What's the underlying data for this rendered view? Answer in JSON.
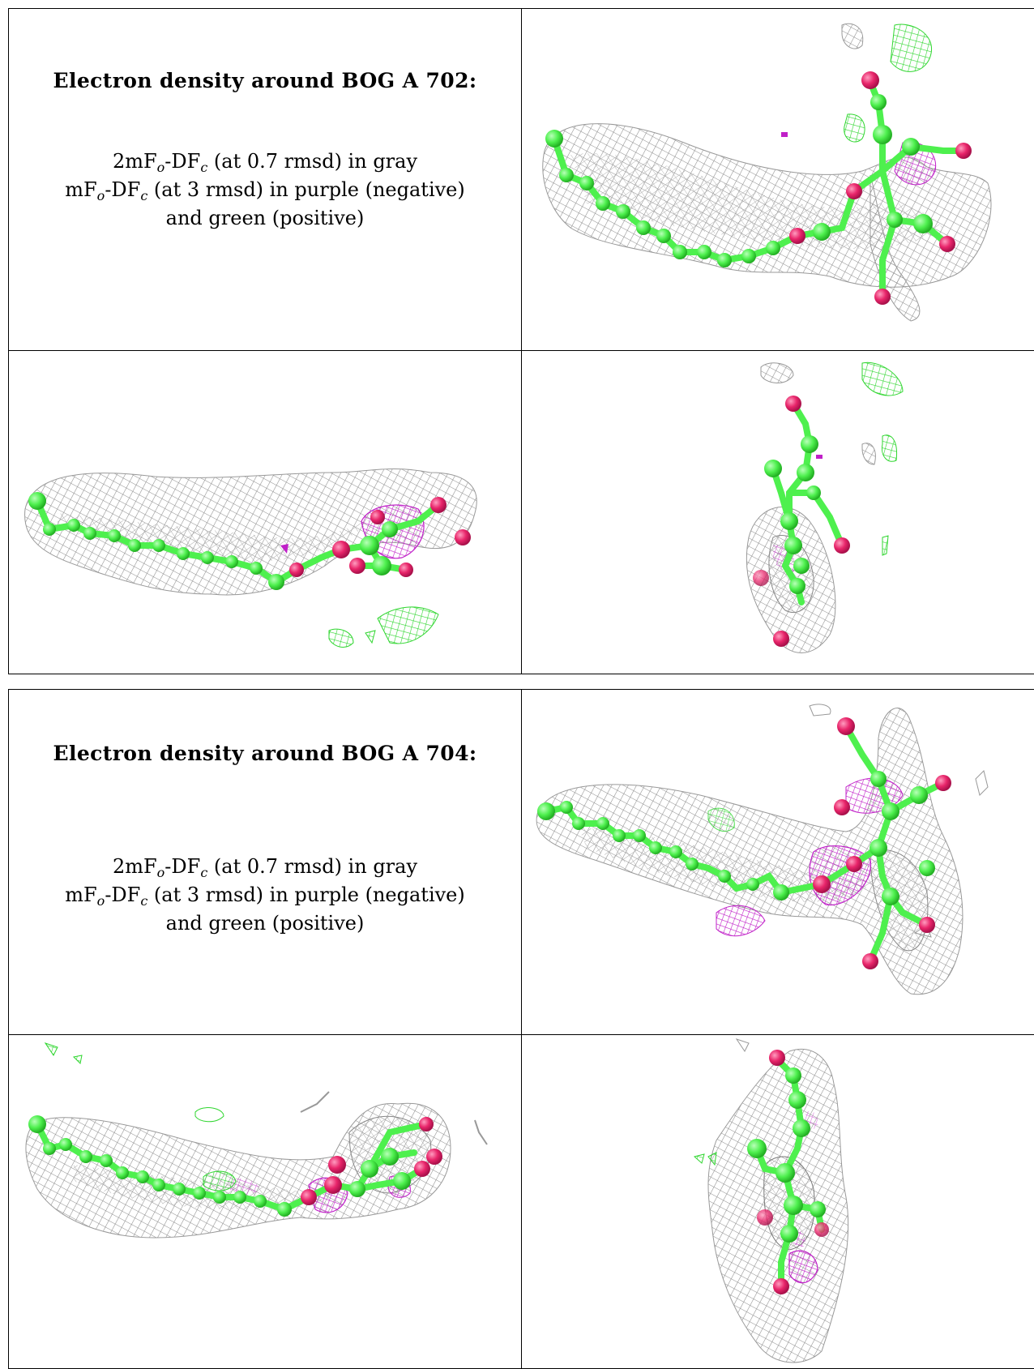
{
  "panels": [
    {
      "title": "Electron density around BOG A 702:",
      "legend": {
        "line1": {
          "pre": "2mF",
          "sub1": "o",
          "mid": "-DF",
          "sub2": "c",
          "post": " (at 0.7 rmsd) in gray"
        },
        "line2": {
          "pre": "mF",
          "sub1": "o",
          "mid": "-DF",
          "sub2": "c",
          "post": " (at 3 rmsd) in purple (negative)"
        },
        "line3": "and green (positive)"
      }
    },
    {
      "title": "Electron density around BOG A 704:",
      "legend": {
        "line1": {
          "pre": "2mF",
          "sub1": "o",
          "mid": "-DF",
          "sub2": "c",
          "post": " (at 0.7 rmsd) in gray"
        },
        "line2": {
          "pre": "mF",
          "sub1": "o",
          "mid": "-DF",
          "sub2": "c",
          "post": " (at 3 rmsd) in purple (negative)"
        },
        "line3": "and green (positive)"
      }
    }
  ],
  "colors": {
    "mesh_2fofc": "#9a9a9a",
    "mesh_negative": "#c020c8",
    "mesh_positive": "#33dd33",
    "carbon": "#4ef04e",
    "oxygen": "#e8256a"
  }
}
